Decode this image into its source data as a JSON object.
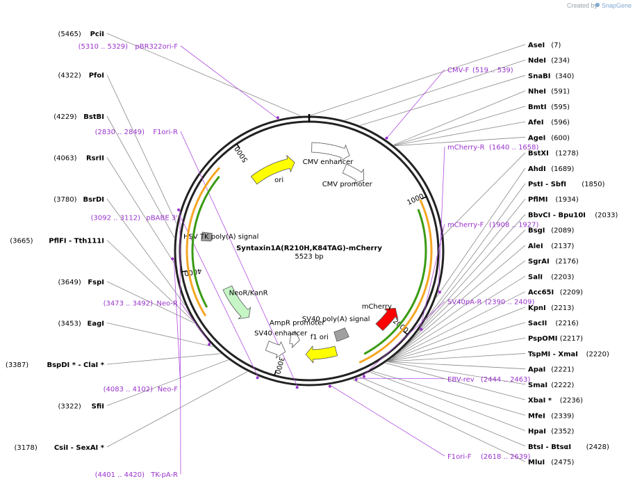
{
  "branding": {
    "created_by": "Created by",
    "app": "SnapGene"
  },
  "plasmid": {
    "name": "Syntaxin1A(R210H,K84TAG)-mCherry",
    "length": "5523 bp",
    "size": 5523
  },
  "ticks": [
    "1000",
    "2000",
    "3000",
    "4000",
    "5000"
  ],
  "features": [
    {
      "name": "ori",
      "start": 4940,
      "end": 5380,
      "strand": "fwd",
      "color": "#ffff00"
    },
    {
      "name": "CMV enhancer",
      "start": 5545,
      "end": 5875,
      "strand": "fwd",
      "color": "#ffffff"
    },
    {
      "name": "CMV promoter",
      "start": 5880,
      "end": 6100,
      "strand": "fwd",
      "color": "#ffffff"
    },
    {
      "name": "mCherry",
      "start": 1895,
      "end": 2110,
      "strand": "rev",
      "color": "#ff0000"
    },
    {
      "name": "SV40 poly(A) signal",
      "start": 2380,
      "end": 2500,
      "strand": "none",
      "color": "#a0a0a0"
    },
    {
      "name": "f1 ori",
      "start": 2530,
      "end": 2790,
      "strand": "fwd",
      "color": "#ffff00"
    },
    {
      "name": "AmpR promoter",
      "start": 2855,
      "end": 2950,
      "strand": "rev",
      "color": "#ffffff"
    },
    {
      "name": "SV40 enhancer",
      "start": 2965,
      "end": 3130,
      "strand": "rev",
      "color": "#ffffff"
    },
    {
      "name": "NeoR/KanR",
      "start": 3410,
      "end": 3770,
      "strand": "rev",
      "color": "#c6f5c6"
    },
    {
      "name": "HSV TK poly(A) signal",
      "start": 4225,
      "end": 4300,
      "strand": "none",
      "color": "#a0a0a0"
    }
  ],
  "enzymes_right": [
    {
      "name": "AseI",
      "pos": "(7)",
      "site": 7
    },
    {
      "name": "NdeI",
      "pos": "(234)",
      "site": 234
    },
    {
      "name": "SnaBI",
      "pos": "(340)",
      "site": 340
    },
    {
      "name": "NheI",
      "pos": "(591)",
      "site": 591
    },
    {
      "name": "BmtI",
      "pos": "(595)",
      "site": 595
    },
    {
      "name": "AfeI",
      "pos": "(596)",
      "site": 596
    },
    {
      "name": "AgeI",
      "pos": "(600)",
      "site": 600
    },
    {
      "name": "BstXI",
      "pos": "(1278)",
      "site": 1278
    },
    {
      "name": "AhdI",
      "pos": "(1689)",
      "site": 1689
    },
    {
      "name": "PstI - SbfI",
      "pos": "(1850)",
      "site": 1850
    },
    {
      "name": "PflMI",
      "pos": "(1934)",
      "site": 1934
    },
    {
      "name": "BbvCI - Bpu10I",
      "pos": "(2033)",
      "site": 2033
    },
    {
      "name": "BsgI",
      "pos": "(2089)",
      "site": 2089
    },
    {
      "name": "AleI",
      "pos": "(2137)",
      "site": 2137
    },
    {
      "name": "SgrAI",
      "pos": "(2176)",
      "site": 2176
    },
    {
      "name": "SalI",
      "pos": "(2203)",
      "site": 2203
    },
    {
      "name": "Acc65I",
      "pos": "(2209)",
      "site": 2209
    },
    {
      "name": "KpnI",
      "pos": "(2213)",
      "site": 2213
    },
    {
      "name": "SacII",
      "pos": "(2216)",
      "site": 2216
    },
    {
      "name": "PspOMI",
      "pos": "(2217)",
      "site": 2217
    },
    {
      "name": "TspMI - XmaI",
      "pos": "(2220)",
      "site": 2220
    },
    {
      "name": "ApaI",
      "pos": "(2221)",
      "site": 2221
    },
    {
      "name": "SmaI",
      "pos": "(2222)",
      "site": 2222
    },
    {
      "name": "XbaI *",
      "pos": "(2236)",
      "site": 2236
    },
    {
      "name": "MfeI",
      "pos": "(2339)",
      "site": 2339
    },
    {
      "name": "HpaI",
      "pos": "(2352)",
      "site": 2352
    },
    {
      "name": "BtsI - BtsαI",
      "pos": "(2428)",
      "site": 2428
    },
    {
      "name": "MluI",
      "pos": "(2475)",
      "site": 2475
    }
  ],
  "enzymes_left": [
    {
      "name": "PciI",
      "pos": "(5465)",
      "site": 5465
    },
    {
      "name": "PfoI",
      "pos": "(4322)",
      "site": 4322
    },
    {
      "name": "BstBI",
      "pos": "(4229)",
      "site": 4229
    },
    {
      "name": "RsrII",
      "pos": "(4063)",
      "site": 4063
    },
    {
      "name": "BsrDI",
      "pos": "(3780)",
      "site": 3780
    },
    {
      "name": "PflFI - Tth111I",
      "pos": "(3665)",
      "site": 3665
    },
    {
      "name": "FspI",
      "pos": "(3649)",
      "site": 3649
    },
    {
      "name": "EagI",
      "pos": "(3453)",
      "site": 3453
    },
    {
      "name": "BspDI * - ClaI *",
      "pos": "(3387)",
      "site": 3387
    },
    {
      "name": "SfiI",
      "pos": "(3322)",
      "site": 3322
    },
    {
      "name": "CsiI - SexAI *",
      "pos": "(3178)",
      "site": 3178
    }
  ],
  "primers": [
    {
      "name": "pBR322ori-F",
      "pos": "(5310 .. 5329)",
      "site": 5320
    },
    {
      "name": "CMV-F",
      "pos": "(519 .. 539)",
      "site": 529
    },
    {
      "name": "mCherry-R",
      "pos": "(1640 .. 1658)",
      "site": 1649
    },
    {
      "name": "mCherry-F",
      "pos": "(1908 .. 1927)",
      "site": 1917
    },
    {
      "name": "SV40pA-R",
      "pos": "(2390 .. 2409)",
      "site": 2399
    },
    {
      "name": "EBV-rev",
      "pos": "(2444 .. 2463)",
      "site": 2453
    },
    {
      "name": "F1ori-F",
      "pos": "(2618 .. 2639)",
      "site": 2628
    },
    {
      "name": "F1ori-R",
      "pos": "(2830 .. 2849)",
      "site": 2839
    },
    {
      "name": "pBABE 3'",
      "pos": "(3092 .. 3112)",
      "site": 3102
    },
    {
      "name": "Neo-R",
      "pos": "(3473 .. 3492)",
      "site": 3482
    },
    {
      "name": "Neo-F",
      "pos": "(4083 .. 4102)",
      "site": 4092
    },
    {
      "name": "TK-pA-R",
      "pos": "(4401 .. 4420)",
      "site": 4410
    }
  ]
}
